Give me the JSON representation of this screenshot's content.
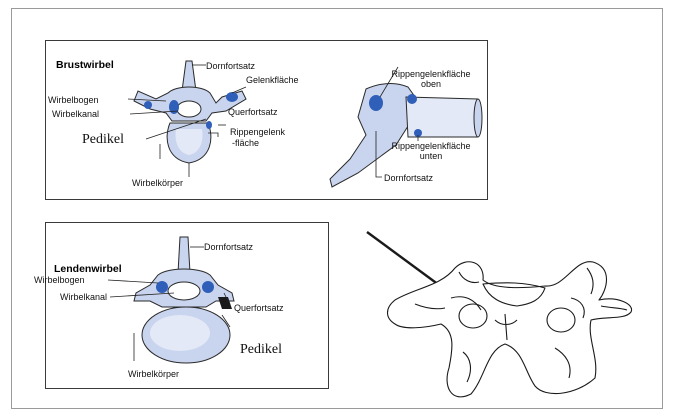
{
  "thoracic": {
    "title": "Brustwirbel",
    "labels": {
      "dornfortsatz_top": "Dornfortsatz",
      "gelenkflaeche": "Gelenkfläche",
      "wirbelbogen": "Wirbelbogen",
      "wirbelkanal": "Wirbelkanal",
      "querfortsatz": "Querfortsatz",
      "pedikel": "Pedikel",
      "rippengelenkflaeche_line1": "Rippengelenk",
      "rippengelenkflaeche_line2": "-fläche",
      "wirbelkoerper": "Wirbelkörper",
      "rippen_oben_line1": "Rippengelenkfläche",
      "rippen_oben_line2": "oben",
      "rippen_unten_line1": "Rippengelenkfläche",
      "rippen_unten_line2": "unten",
      "dornfortsatz_side": "Dornfortsatz"
    }
  },
  "lumbar": {
    "title": "Lendenwirbel",
    "labels": {
      "dornfortsatz": "Dornfortsatz",
      "wirbelbogen": "Wirbelbogen",
      "wirbelkanal": "Wirbelkanal",
      "querfortsatz": "Querfortsatz",
      "pedikel": "Pedikel",
      "wirbelkoerper": "Wirbelkörper"
    }
  },
  "colors": {
    "bone_fill": "#c9d4ee",
    "bone_light": "#e3e9f7",
    "joint_blue": "#2f5fb8",
    "outline": "#2a2a2a"
  }
}
